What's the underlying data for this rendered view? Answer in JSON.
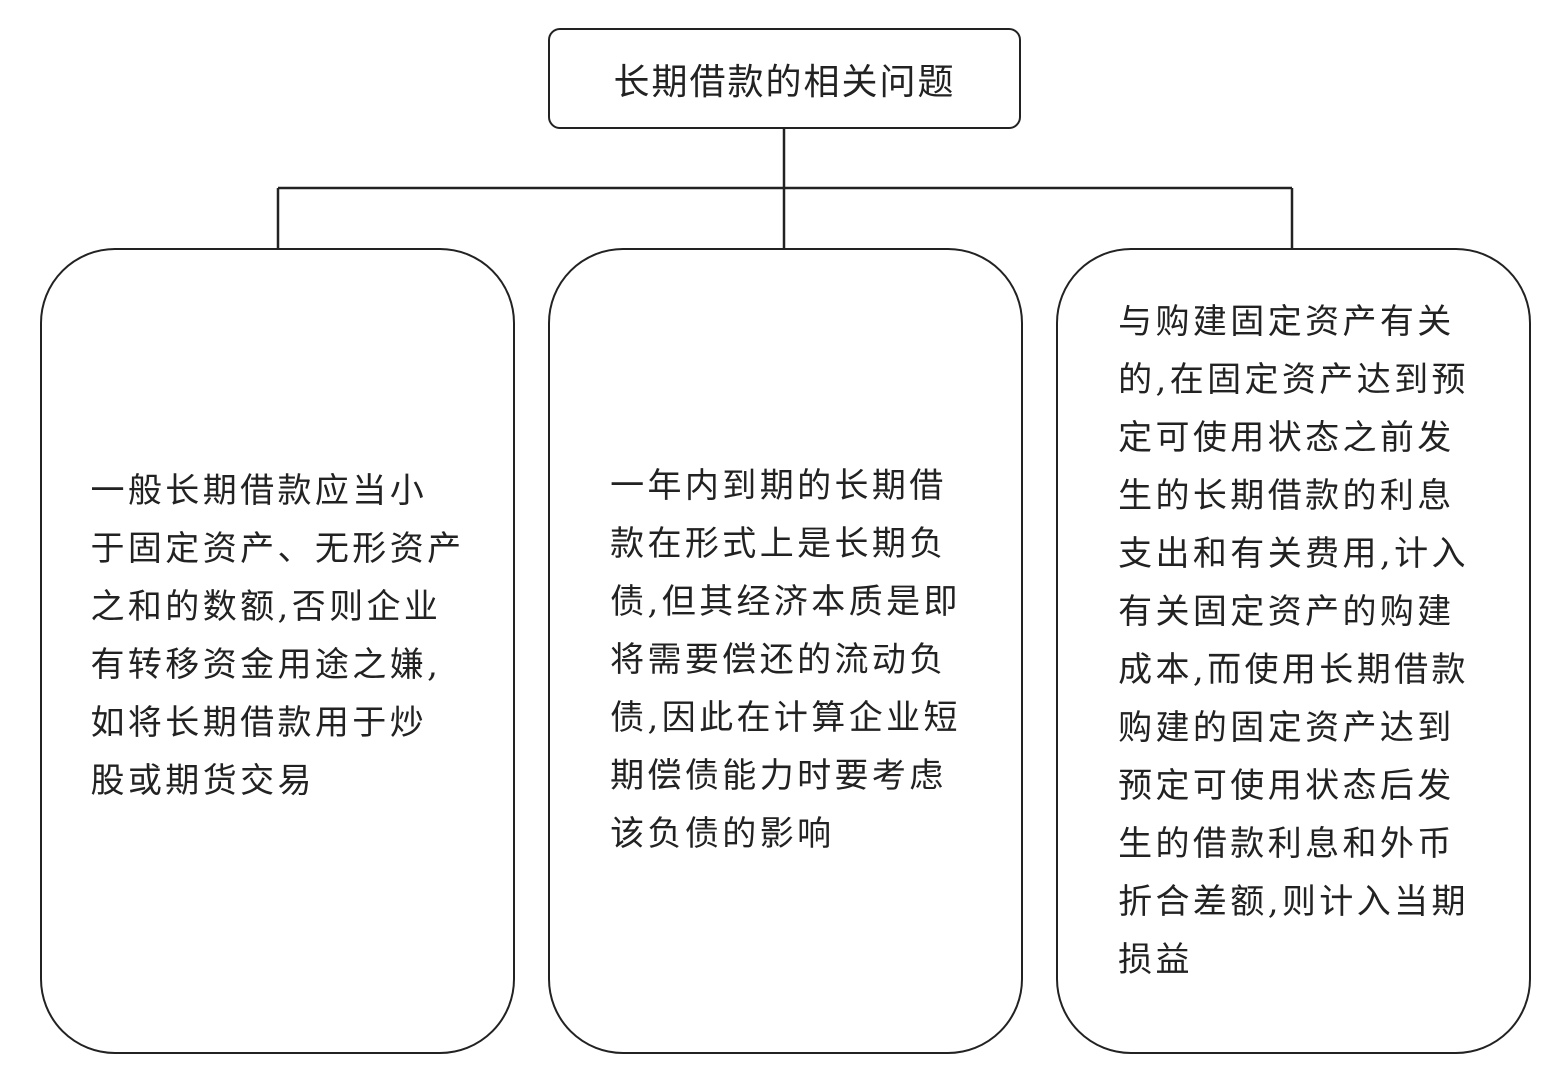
{
  "root": {
    "title": "长期借款的相关问题"
  },
  "children": [
    {
      "lines": [
        "一般长期借款应当小",
        "于固定资产、无形资产",
        "之和的数额,否则企业",
        "有转移资金用途之嫌,",
        "如将长期借款用于炒",
        "股或期货交易"
      ]
    },
    {
      "lines": [
        "一年内到期的长期借",
        "款在形式上是长期负",
        "债,但其经济本质是即",
        "将需要偿还的流动负",
        "债,因此在计算企业短",
        "期偿债能力时要考虑",
        "该负债的影响"
      ]
    },
    {
      "lines": [
        "与购建固定资产有关",
        "的,在固定资产达到预",
        "定可使用状态之前发",
        "生的长期借款的利息",
        "支出和有关费用,计入",
        "有关固定资产的购建",
        "成本,而使用长期借款",
        "购建的固定资产达到",
        "预定可使用状态后发",
        "生的借款利息和外币",
        "折合差额,则计入当期",
        "损益"
      ]
    }
  ]
}
